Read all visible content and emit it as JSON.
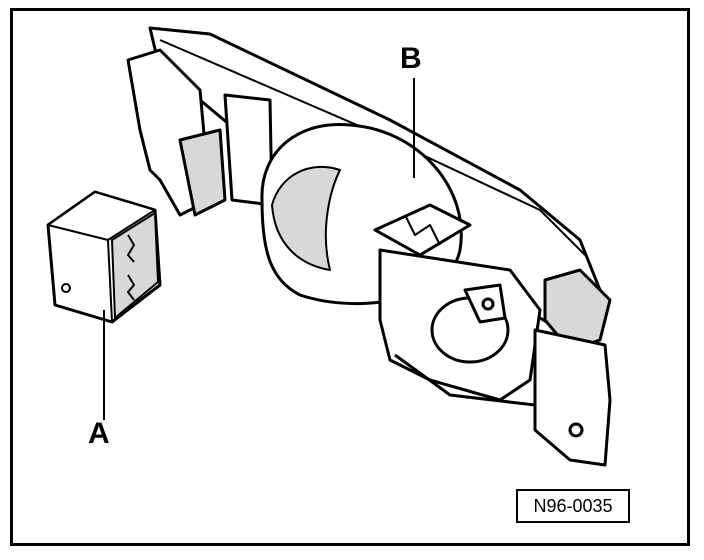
{
  "callouts": {
    "a": "A",
    "b": "B"
  },
  "figure_id": "N96-0035",
  "colors": {
    "ink": "#000000",
    "paper": "#ffffff",
    "shade": "#d8d8d8"
  },
  "parts": {
    "a": "component-a",
    "b": "housing-b"
  }
}
